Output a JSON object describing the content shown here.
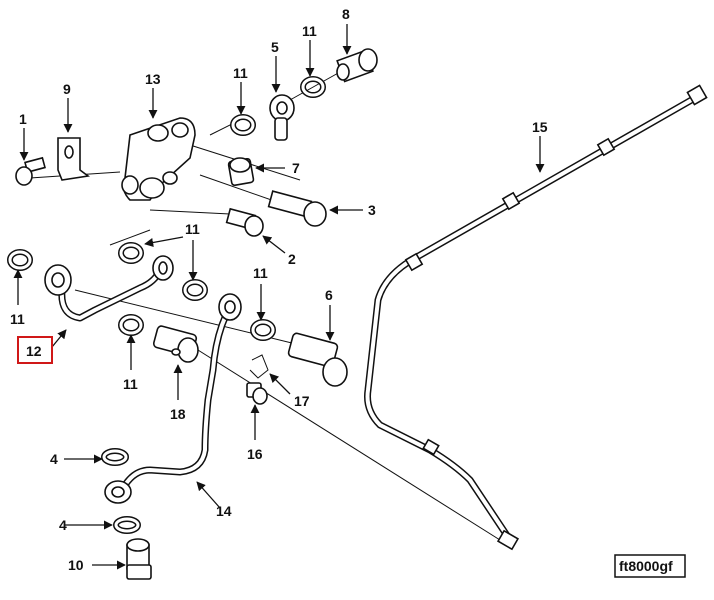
{
  "figure_code": "ft8000gf",
  "highlighted_callout": "12",
  "callouts": {
    "c1": "1",
    "c2": "2",
    "c3": "3",
    "c4a": "4",
    "c4b": "4",
    "c5": "5",
    "c6": "6",
    "c7": "7",
    "c8": "8",
    "c9": "9",
    "c10": "10",
    "c11a": "11",
    "c11b": "11",
    "c11c": "11",
    "c11d": "11",
    "c11e": "11",
    "c11f": "11",
    "c11g": "11",
    "c11h": "11",
    "c12": "12",
    "c13": "13",
    "c14": "14",
    "c15": "15",
    "c16": "16",
    "c17": "17",
    "c18": "18"
  },
  "colors": {
    "line": "#111111",
    "highlight": "#d01818",
    "background": "#ffffff"
  }
}
